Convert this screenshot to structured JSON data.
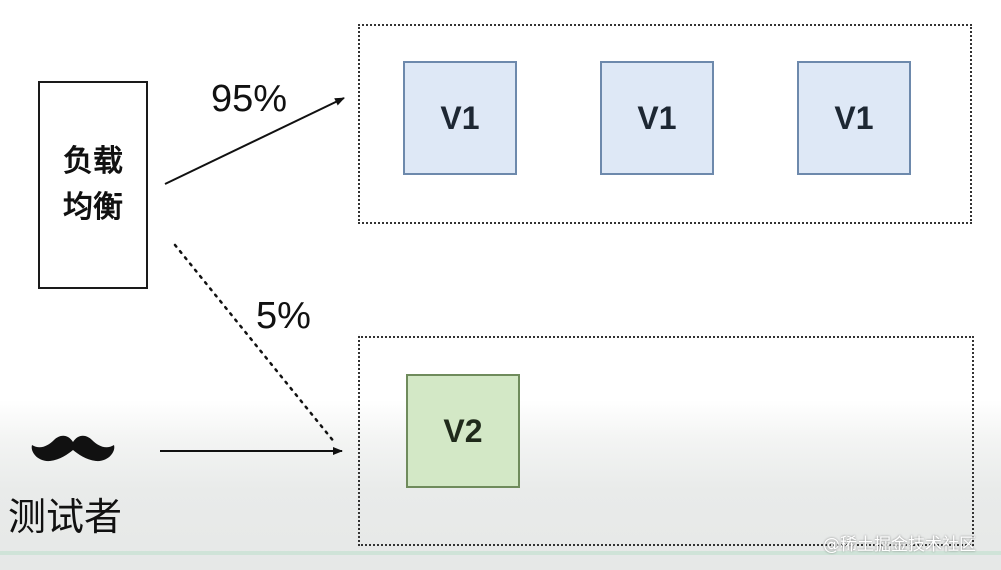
{
  "load_balancer": {
    "line1": "负载",
    "line2": "均衡"
  },
  "percent_top": "95%",
  "percent_bottom": "5%",
  "group_top": {
    "nodes": [
      {
        "label": "V1"
      },
      {
        "label": "V1"
      },
      {
        "label": "V1"
      }
    ]
  },
  "group_bottom": {
    "nodes": [
      {
        "label": "V2"
      }
    ]
  },
  "tester": {
    "label": "测试者",
    "icon": "mustache-icon"
  },
  "watermark": "@稀土掘金技术社区",
  "colors": {
    "v1_fill": "#dee8f6",
    "v1_border": "#6d89ac",
    "v2_fill": "#d3e8c6",
    "v2_border": "#6f8b5c"
  }
}
